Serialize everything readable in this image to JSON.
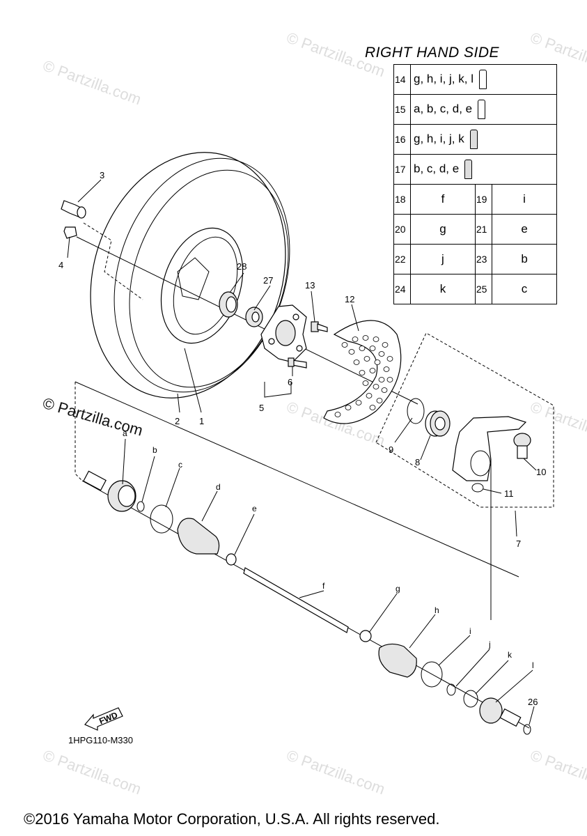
{
  "title": "RIGHT HAND SIDE",
  "legend": {
    "full_rows": [
      {
        "num": "14",
        "letters": "g, h, i, j, k, l",
        "icon": "grease-tube-icon"
      },
      {
        "num": "15",
        "letters": "a, b, c, d, e",
        "icon": "grease-tube-icon"
      },
      {
        "num": "16",
        "letters": "g, h, i, j, k",
        "icon": "grease-tube-icon"
      },
      {
        "num": "17",
        "letters": "b, c, d, e",
        "icon": "grease-tube-icon"
      }
    ],
    "pair_rows": [
      {
        "n1": "18",
        "l1": "f",
        "n2": "19",
        "l2": "i"
      },
      {
        "n1": "20",
        "l1": "g",
        "n2": "21",
        "l2": "e"
      },
      {
        "n1": "22",
        "l1": "j",
        "n2": "23",
        "l2": "b"
      },
      {
        "n1": "24",
        "l1": "k",
        "n2": "25",
        "l2": "c"
      }
    ]
  },
  "callouts": {
    "c1": "1",
    "c2": "2",
    "c3": "3",
    "c4": "4",
    "c5": "5",
    "c6": "6",
    "c7": "7",
    "c8": "8",
    "c9": "9",
    "c10": "10",
    "c11": "11",
    "c12": "12",
    "c13": "13",
    "c26": "26",
    "c27": "27",
    "c28": "28"
  },
  "letters": {
    "a": "a",
    "b": "b",
    "c": "c",
    "d": "d",
    "e": "e",
    "f": "f",
    "g": "g",
    "h": "h",
    "i": "i",
    "j": "j",
    "k": "k",
    "l": "l"
  },
  "fwd_label": "FWD",
  "diagram_code": "1HPG110-M330",
  "watermark": "© Partzilla.com",
  "copyright": "©2016 Yamaha Motor Corporation, U.S.A. All rights reserved."
}
